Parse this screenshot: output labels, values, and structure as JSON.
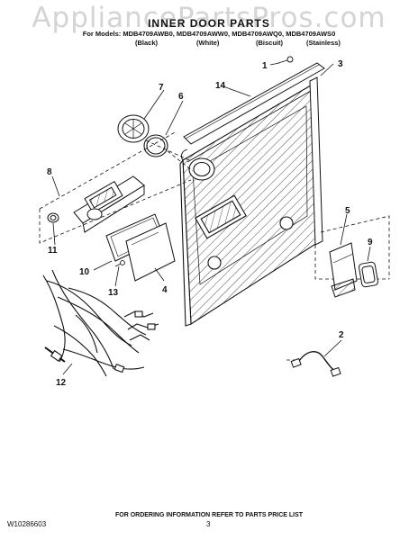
{
  "watermark": "AppliancePartsPros.com",
  "title": "INNER DOOR PARTS",
  "models_line": "For Models: MDB4709AWB0, MDB4709AWW0, MDB4709AWQ0, MDB4709AWS0",
  "finishes": [
    "(Black)",
    "(White)",
    "(Biscuit)",
    "(Stainless)"
  ],
  "callouts": [
    "1",
    "2",
    "3",
    "4",
    "5",
    "6",
    "7",
    "8",
    "9",
    "10",
    "11",
    "12",
    "13",
    "14"
  ],
  "footer": {
    "ordering_note": "FOR ORDERING INFORMATION REFER TO PARTS PRICE LIST",
    "doc_number": "W10286603",
    "page_number": "3"
  },
  "colors": {
    "line": "#111111",
    "watermark": "#d4d4d4",
    "background": "#ffffff"
  }
}
